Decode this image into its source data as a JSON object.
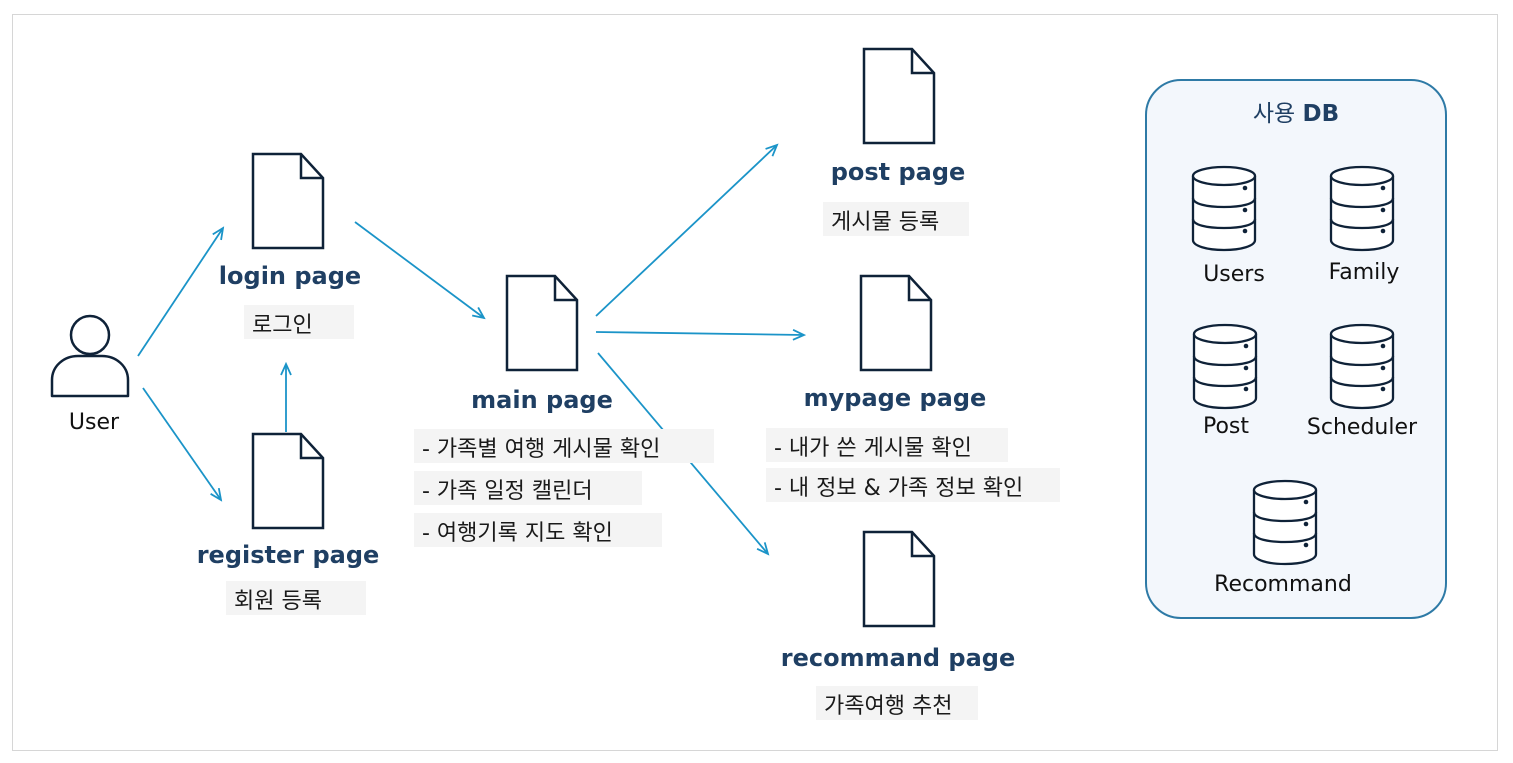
{
  "user": {
    "label": "User"
  },
  "login": {
    "title": "login page",
    "desc": "로그인"
  },
  "register": {
    "title": "register page",
    "desc": "회원 등록"
  },
  "main": {
    "title": "main page",
    "items": [
      "- 가족별 여행 게시물 확인",
      "- 가족 일정 캘린더",
      "- 여행기록 지도 확인"
    ]
  },
  "post": {
    "title": "post page",
    "desc": "게시물 등록"
  },
  "mypage": {
    "title": "mypage page",
    "items": [
      "- 내가 쓴 게시물 확인",
      "- 내 정보 & 가족 정보 확인"
    ]
  },
  "recommand": {
    "title": "recommand page",
    "desc": "가족여행 추천"
  },
  "db": {
    "title_prefix": "사용 ",
    "title_bold": "DB",
    "tables": [
      "Users",
      "Family",
      "Post",
      "Scheduler",
      "Recommand"
    ]
  },
  "colors": {
    "title": "#1f3f63",
    "arrow": "#1b94c8",
    "icon": "#0f2238",
    "db_border": "#2e7aa6",
    "db_fill": "#f3f7fc"
  }
}
